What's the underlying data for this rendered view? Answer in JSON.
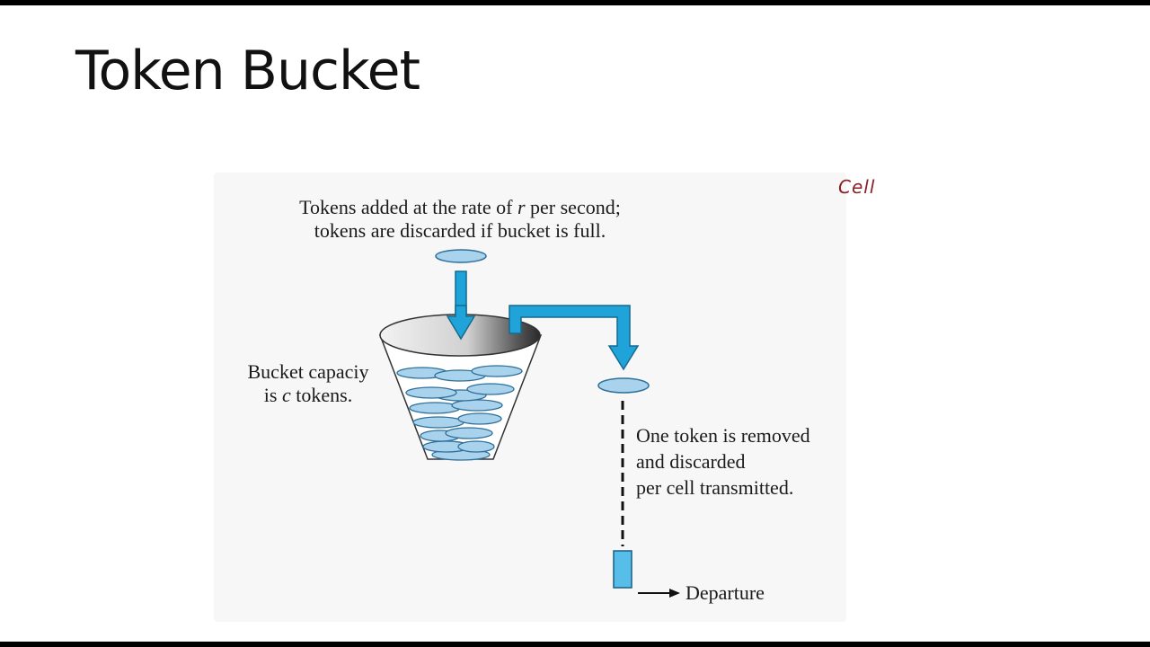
{
  "slide": {
    "title": "Token Bucket"
  },
  "diagram": {
    "labels": {
      "token_rate_line1": "Tokens added at the rate of r per second;",
      "token_rate_line2": "tokens are discarded if bucket is full.",
      "capacity_line1": "Bucket capaciy",
      "capacity_line2": "is c tokens.",
      "removed_line1": "One token is removed",
      "removed_line2": "and discarded",
      "removed_line3": "per cell transmitted.",
      "departure": "Departure"
    },
    "colors": {
      "token_fill": "#a9d2ec",
      "token_stroke": "#2f6f99",
      "arrow_fill": "#1fa3d9",
      "cell_fill": "#57bde9"
    }
  },
  "annotation": {
    "handwritten": "Cell"
  }
}
